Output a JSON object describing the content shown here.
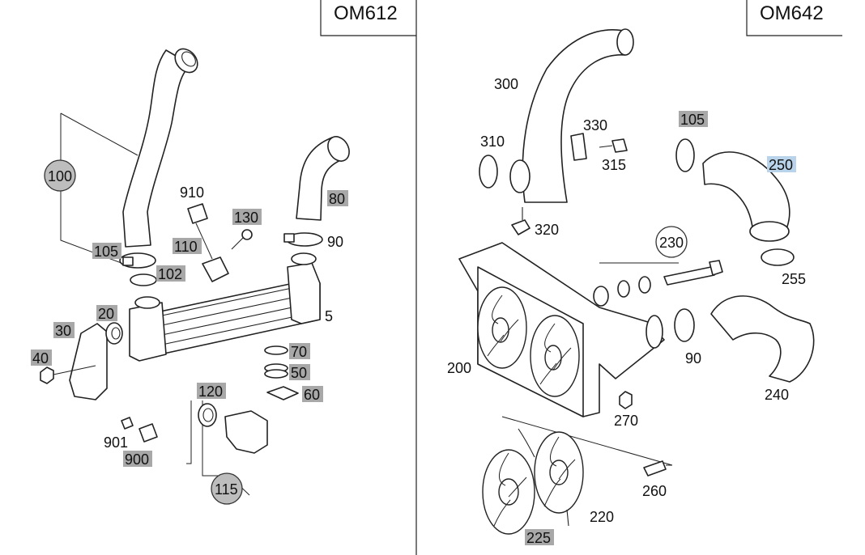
{
  "panels": {
    "left": {
      "engine": "OM612"
    },
    "right": {
      "engine": "OM642"
    }
  },
  "callouts": {
    "c100": "100",
    "c105a": "105",
    "c102": "102",
    "c110": "110",
    "c910": "910",
    "c130": "130",
    "c80": "80",
    "c90a": "90",
    "c5": "5",
    "c20": "20",
    "c30": "30",
    "c40": "40",
    "c70": "70",
    "c50": "50",
    "c60": "60",
    "c120": "120",
    "c901": "901",
    "c900": "900",
    "c115": "115",
    "c300": "300",
    "c330": "330",
    "c310": "310",
    "c315": "315",
    "c105b": "105",
    "c250": "250",
    "c320": "320",
    "c230": "230",
    "c255": "255",
    "c200": "200",
    "c90b": "90",
    "c240": "240",
    "c270": "270",
    "c260": "260",
    "c220": "220",
    "c225": "225"
  },
  "highlight_colors": {
    "grey": "#a8a8a8",
    "blue": "#b9d3ea"
  }
}
